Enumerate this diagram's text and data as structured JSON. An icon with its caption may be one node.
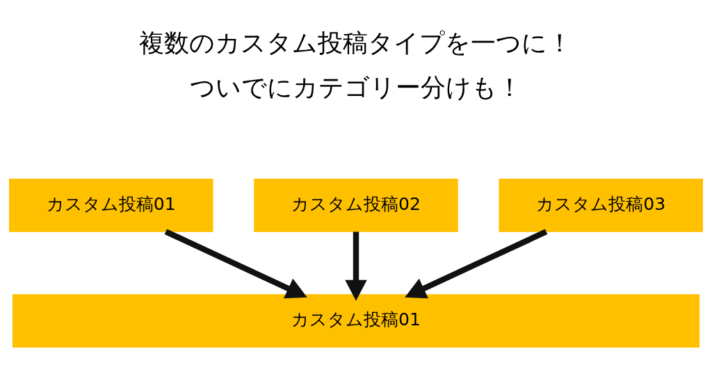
{
  "diagram": {
    "title": "複数のカスタム投稿タイプを一つに！",
    "nodes": [
      {
        "text": [
          "カスタム投稿01"
        ]
      },
      {
        "text": [
          "カスタム投稿02"
        ]
      },
      {
        "text": [
          "カスタム投稿03"
        ]
      },
      {
        "text": [
          "カスタム投稿01"
        ]
      }
    ],
    "edges": [
      {
        "from": 0,
        "to": 3,
        "arrow": "to"
      },
      {
        "from": 1,
        "to": 3,
        "arrow": "to"
      },
      {
        "from": 2,
        "to": 3,
        "arrow": "to"
      }
    ],
    "labels": [
      "ついでにカテゴリー分けも！"
    ]
  }
}
